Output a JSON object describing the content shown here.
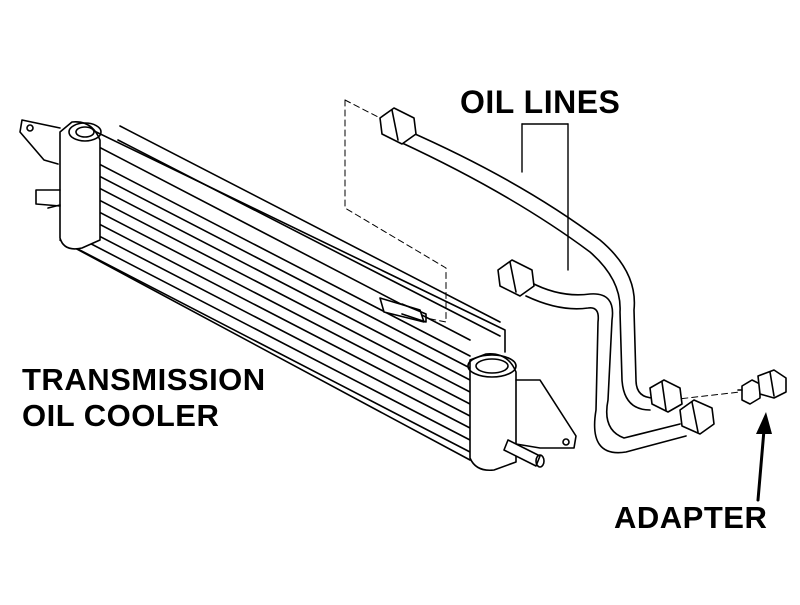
{
  "labels": {
    "oil_lines": "OIL LINES",
    "cooler_line1": "TRANSMISSION",
    "cooler_line2": "OIL COOLER",
    "adapter": "ADAPTER"
  },
  "colors": {
    "line": "#000000",
    "background": "#ffffff"
  }
}
